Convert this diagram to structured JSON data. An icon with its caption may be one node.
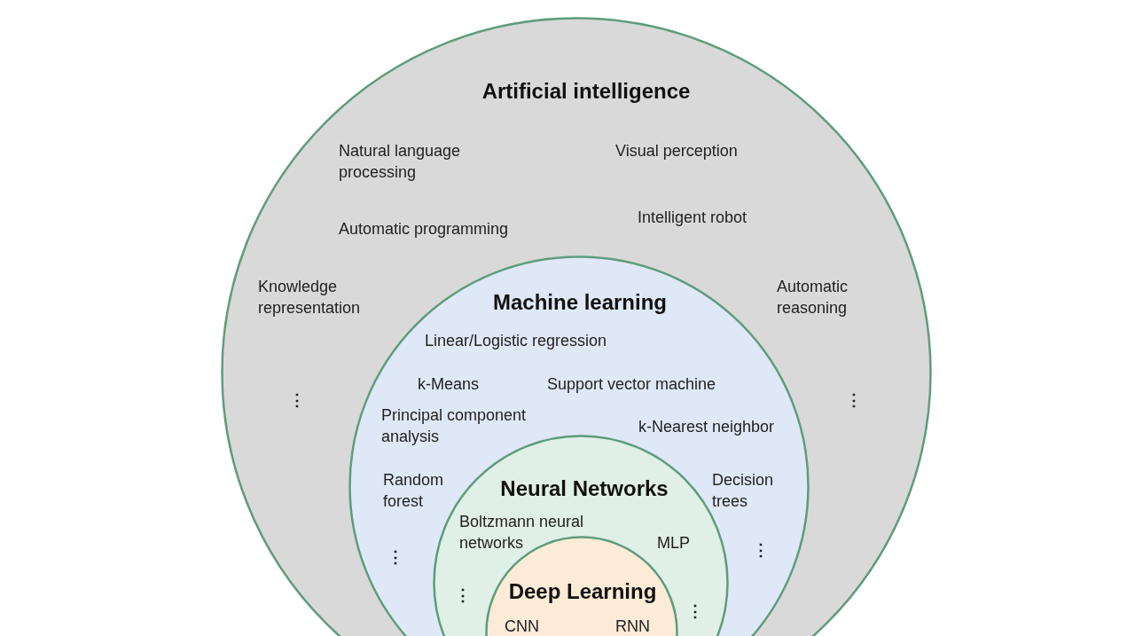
{
  "diagram": {
    "nodes": [
      {
        "text": [
          "Artificial intelligence",
          "Natural language processing",
          "Visual perception",
          "Automatic programming",
          "Intelligent robot",
          "Knowledge representation",
          "Automatic reasoning",
          "⋮",
          "⋮"
        ]
      },
      {
        "text": [
          "Machine learning",
          "Linear/Logistic regression",
          "k-Means",
          "Support vector machine",
          "Principal component analysis",
          "k-Nearest neighbor",
          "Random forest",
          "Decision trees",
          "⋮",
          "⋮"
        ],
        "in": 0
      },
      {
        "text": [
          "Neural Networks",
          "Boltzmann neural networks",
          "MLP",
          "⋮",
          "⋮"
        ],
        "in": 1
      },
      {
        "text": [
          "Deep Learning",
          "CNN",
          "RNN"
        ],
        "in": 2
      }
    ]
  }
}
